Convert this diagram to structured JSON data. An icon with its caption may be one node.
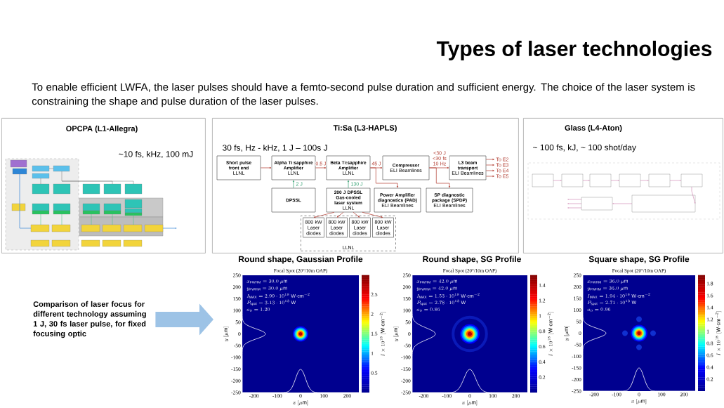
{
  "diagram": {
    "title": "Types of laser technologies",
    "nodes": [
      {
        "text": [
          "OPCPA (L1-Allegra)",
          "~10 fs, kHz, 100 mJ"
        ]
      },
      {
        "text": [
          "Ti:Sa (L3-HAPLS)",
          "30 fs, Hz - kHz, 1 J – 100s J"
        ]
      },
      {
        "text": [
          "Glass (L4-Aton)",
          "~ 100 fs, kJ, ~ 100 shot/day"
        ]
      },
      {
        "text": [
          "Short pulse front end",
          "LLNL"
        ],
        "in": 1
      },
      {
        "text": [
          "Alpha Ti:sapphire Amplifier",
          "LLNL"
        ],
        "in": 1
      },
      {
        "text": [
          "Beta Ti:sapphire Amplifier",
          "LLNL"
        ],
        "in": 1
      },
      {
        "text": [
          "Compressor",
          "ELI Beamlines"
        ],
        "in": 1
      },
      {
        "text": [
          "L3 beam transport",
          "ELI Beamlines"
        ],
        "in": 1
      },
      {
        "text": [
          "DPSSL"
        ],
        "in": 1
      },
      {
        "text": [
          "200 J DPSSL Gas-cooled laser system",
          "LLNL"
        ],
        "in": 1
      },
      {
        "text": [
          "Power Amplifier diagnostics (PAD)",
          "ELI Beamlines"
        ],
        "in": 1
      },
      {
        "text": [
          "SP diagnostic package (SPDP)",
          "ELI Beamlines"
        ],
        "in": 1
      },
      {
        "text": [
          "LLNL"
        ],
        "in": 1
      },
      {
        "text": [
          "800 kW Laser diodes"
        ],
        "in": 12
      },
      {
        "text": [
          "800 kW Laser diodes"
        ],
        "in": 12
      },
      {
        "text": [
          "800 kW Laser diodes"
        ],
        "in": 12
      },
      {
        "text": [
          "800 kW Laser diodes"
        ],
        "in": 12
      },
      {
        "text": [
          "Comparison of laser focus for different technology assuming 1 J, 30 fs laser pulse, for fixed focusing optic"
        ]
      }
    ],
    "edges": [
      {
        "from": 3,
        "to": 4,
        "arrow": "to"
      },
      {
        "from": 4,
        "to": 5,
        "arrow": "to",
        "label": "0.5 J"
      },
      {
        "from": 5,
        "to": 6,
        "arrow": "to",
        "label": "45 J"
      },
      {
        "from": 6,
        "to": 7,
        "arrow": "to",
        "label": "<30 J <30 fs 10 Hz"
      },
      {
        "from": 5,
        "to": 10,
        "arrow": "to"
      },
      {
        "from": 6,
        "to": 11,
        "arrow": "to"
      },
      {
        "from": 8,
        "to": 4,
        "arrow": "to",
        "label": "2 J",
        "color": "#2E9E6E"
      },
      {
        "from": 9,
        "to": 5,
        "arrow": "to",
        "label": "130 J",
        "color": "#2E9E6E"
      },
      {
        "from": 9,
        "to": 13,
        "arrow": "to"
      },
      {
        "from": 9,
        "to": 14,
        "arrow": "to"
      },
      {
        "from": 9,
        "to": 15,
        "arrow": "to"
      },
      {
        "from": 9,
        "to": 16,
        "arrow": "to"
      },
      {
        "from": 7,
        "to": null,
        "arrow": "to",
        "label": "To E2"
      },
      {
        "from": 7,
        "to": null,
        "arrow": "to",
        "label": "To E3"
      },
      {
        "from": 7,
        "to": null,
        "arrow": "to",
        "label": "To E4"
      },
      {
        "from": 7,
        "to": null,
        "arrow": "to",
        "label": "To E5"
      },
      {
        "from": 17,
        "to": null,
        "arrow": "to",
        "style": "thick",
        "color": "#9DC3E6"
      }
    ],
    "labels": [
      "To enable efficient LWFA, the laser pulses should have a femto-second pulse duration and sufficient energy. The choice of the laser system is constraining the shape and pulse duration of the laser pulses.",
      "Round shape, Gaussian Profile",
      "Focal Spot (20°/10m OAP)",
      "x_{\\mathrm{FWHM}} = 30.0\\ \\mu\\mathrm{m}",
      "y_{\\mathrm{FWHM}} = 30.0\\ \\mu\\mathrm{m}",
      "I_{\\mathrm{MAX}} = 2.99\\cdot 10^{18}\\ \\mathrm{W{\\cdot}cm^{-2}}",
      "P_{\\mathrm{spot}} = 3.13\\cdot 10^{13}\\ \\mathrm{W}",
      "a_0 = 1.20",
      "x\\ [\\mu\\mathrm{m}]",
      "y\\ [\\mu\\mathrm{m}]",
      "I\\times 10^{18}\\ [\\mathrm{W{\\cdot}cm^{-2}}]",
      "250",
      "200",
      "150",
      "100",
      "50",
      "0",
      "-50",
      "-100",
      "-150",
      "-200",
      "-250",
      "-200",
      "-100",
      "0",
      "100",
      "200",
      "0.5",
      "1",
      "1.5",
      "2",
      "2.5",
      "Round shape, SG Profile",
      "Focal Spot (20°/10m OAP)",
      "x_{\\mathrm{FWHM}} = 42.0\\ \\mu\\mathrm{m}",
      "y_{\\mathrm{FWHM}} = 42.0\\ \\mu\\mathrm{m}",
      "I_{\\mathrm{MAX}} = 1.53\\cdot 10^{18}\\ \\mathrm{W{\\cdot}cm^{-2}}",
      "P_{\\mathrm{spot}} = 2.78\\cdot 10^{13}\\ \\mathrm{W}",
      "a_0 = 0.86",
      "x\\ [\\mu\\mathrm{m}]",
      "y\\ [\\mu\\mathrm{m}]",
      "I\\times 10^{18}\\ [\\mathrm{W{\\cdot}cm^{-2}}]",
      "250",
      "200",
      "150",
      "100",
      "50",
      "0",
      "-50",
      "-100",
      "-150",
      "-200",
      "-250",
      "-200",
      "-100",
      "0",
      "100",
      "200",
      "0.2",
      "0.4",
      "0.6",
      "0.8",
      "1",
      "1.2",
      "1.4",
      "Square shape, SG Profile",
      "Focal Spot (20°/10m OAP)",
      "x_{\\mathrm{FWHM}} = 36.0\\ \\mu\\mathrm{m}",
      "y_{\\mathrm{FWHM}} = 36.0\\ \\mu\\mathrm{m}",
      "I_{\\mathrm{MAX}} = 1.94\\cdot 10^{18}\\ \\mathrm{W{\\cdot}cm^{-2}}",
      "P_{\\mathrm{spot}} = 2.71\\cdot 10^{13}\\ \\mathrm{W}",
      "a_0 = 0.96",
      "x\\ [\\mu\\mathrm{m}]",
      "y\\ [\\mu\\mathrm{m}]",
      "I\\times 10^{18}\\ [\\mathrm{W{\\cdot}cm^{-2}}]",
      "250",
      "200",
      "150",
      "100",
      "50",
      "0",
      "-50",
      "-100",
      "-150",
      "-200",
      "-250",
      "-200",
      "-100",
      "0",
      "100",
      "200",
      "0.2",
      "0.4",
      "0.6",
      "0.8",
      "1",
      "1.2",
      "1.4",
      "1.6",
      "1.8"
    ]
  }
}
